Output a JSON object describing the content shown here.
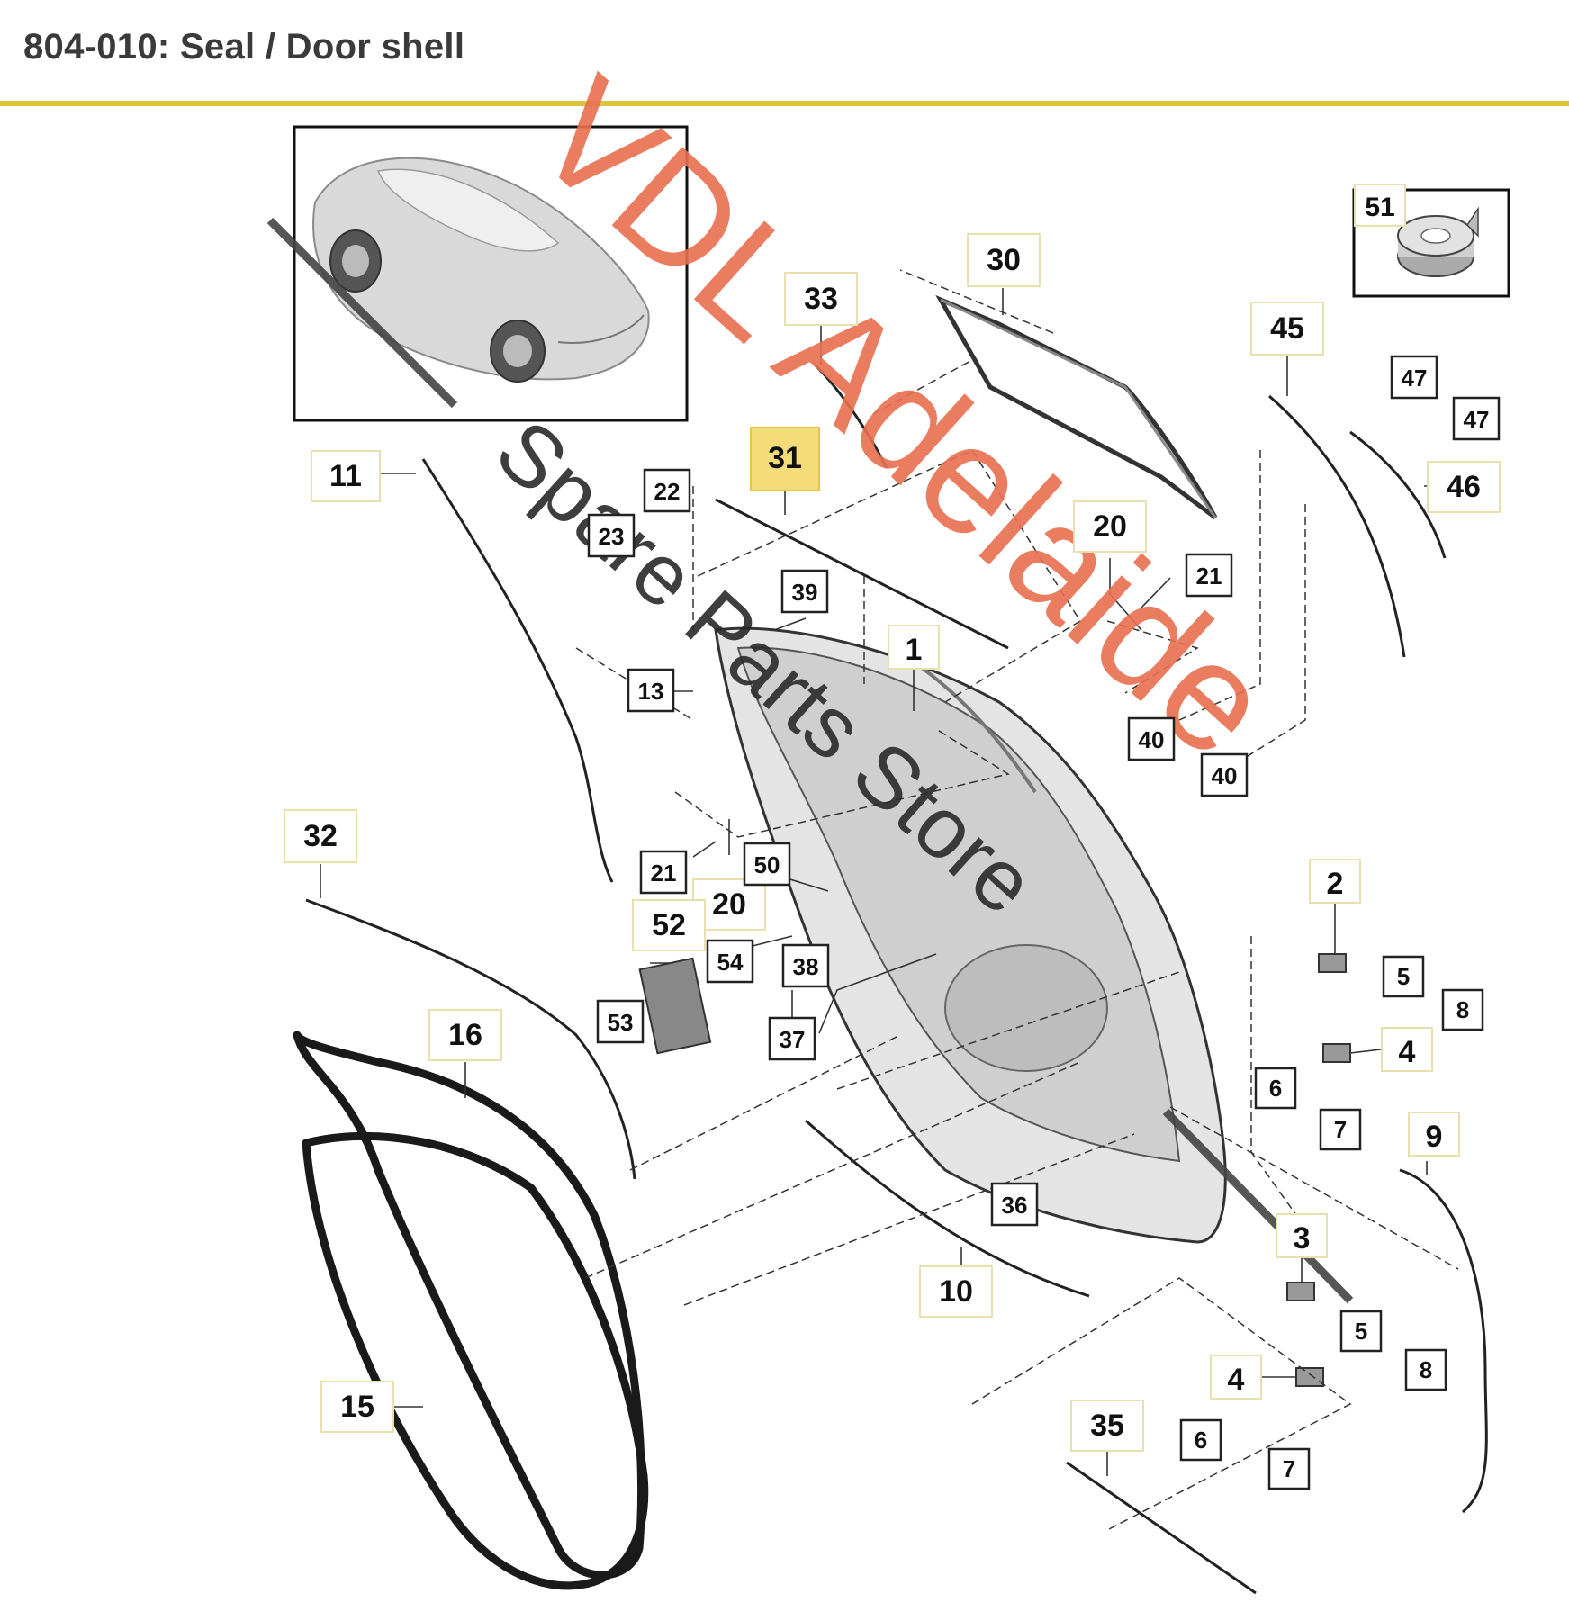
{
  "header": {
    "title": "804-010: Seal / Door shell",
    "accent_color": "#dcc43a"
  },
  "watermark": {
    "brand": "VDL Adelaide",
    "sub": "Spare Parts Store",
    "color": "#e8704f"
  },
  "inset": {
    "icon": "car-overview-icon"
  },
  "callouts": {
    "c1": "1",
    "c2": "2",
    "c3": "3",
    "c4a": "4",
    "c4b": "4",
    "c5a": "5",
    "c5b": "5",
    "c6a": "6",
    "c6b": "6",
    "c7a": "7",
    "c7b": "7",
    "c8a": "8",
    "c8b": "8",
    "c9": "9",
    "c10": "10",
    "c11": "11",
    "c13": "13",
    "c15": "15",
    "c16": "16",
    "c20a": "20",
    "c20b": "20",
    "c21a": "21",
    "c21b": "21",
    "c22": "22",
    "c23": "23",
    "c30": "30",
    "c31": "31",
    "c32": "32",
    "c33": "33",
    "c35": "35",
    "c36": "36",
    "c37": "37",
    "c38": "38",
    "c39": "39",
    "c40a": "40",
    "c40b": "40",
    "c45": "45",
    "c46": "46",
    "c47a": "47",
    "c47b": "47",
    "c50": "50",
    "c51": "51",
    "c52": "52",
    "c53": "53",
    "c54": "54"
  },
  "highlighted_part": "31"
}
